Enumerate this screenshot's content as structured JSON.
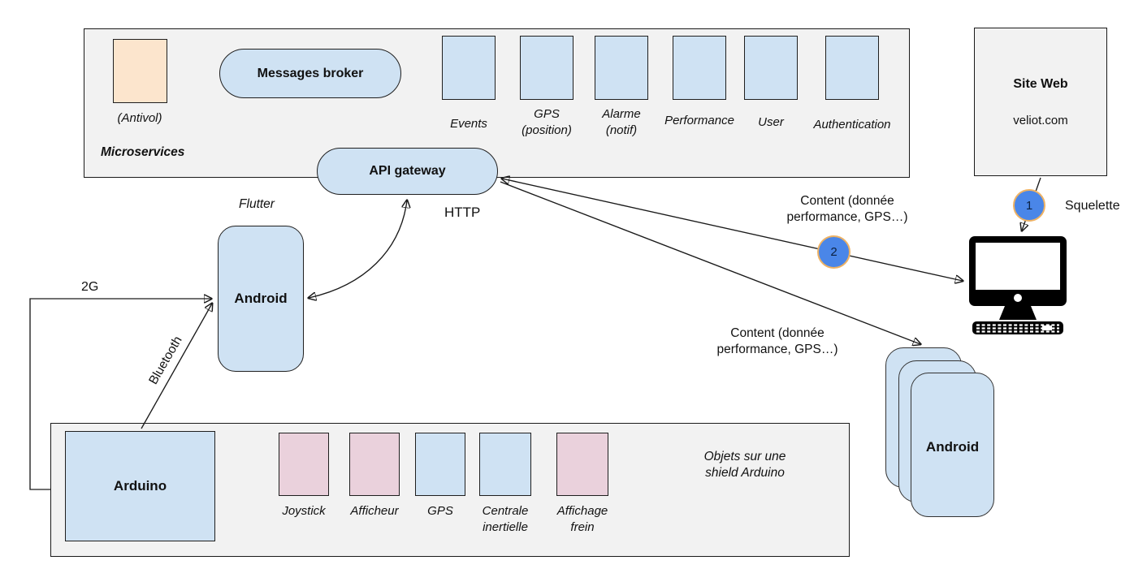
{
  "colors": {
    "panel-gray": "#f2f2f2",
    "box-blue": "#cfe2f3",
    "box-peach": "#fce5cd",
    "box-pink": "#ead1dc",
    "badge-blue": "#4a86e8",
    "badge-border": "#eeb264",
    "line": "#1a1a1a"
  },
  "microservices": {
    "label": "Microservices",
    "antivol_label": "(Antivol)",
    "broker_label": "Messages broker",
    "services": [
      {
        "label": "Events",
        "color": "#cfe2f3"
      },
      {
        "label": "GPS\n(position)",
        "color": "#cfe2f3"
      },
      {
        "label": "Alarme\n(notif)",
        "color": "#cfe2f3"
      },
      {
        "label": "Performance",
        "color": "#cfe2f3"
      },
      {
        "label": "User",
        "color": "#cfe2f3"
      },
      {
        "label": "Authentication",
        "color": "#cfe2f3"
      }
    ]
  },
  "gateway": {
    "label": "API gateway",
    "protocol_label": "HTTP"
  },
  "siteweb": {
    "title": "Site Web",
    "url": "veliot.com"
  },
  "mobile_app": {
    "framework_label": "Flutter",
    "label": "Android"
  },
  "phones": {
    "label": "Android"
  },
  "links": {
    "g2_label": "2G",
    "bluetooth_label": "Bluetooth",
    "squelette_label": "Squelette",
    "step1": "1",
    "step2": "2",
    "content_web": "Content (donnée\nperformance, GPS…)",
    "content_mobile": "Content (donnée\nperformance, GPS…)"
  },
  "arduino": {
    "label": "Arduino",
    "note": "Objets sur une\nshield Arduino",
    "devices": [
      {
        "label": "Joystick",
        "color": "#ead1dc"
      },
      {
        "label": "Afficheur",
        "color": "#ead1dc"
      },
      {
        "label": "GPS",
        "color": "#cfe2f3"
      },
      {
        "label": "Centrale\ninertielle",
        "color": "#cfe2f3"
      },
      {
        "label": "Affichage\nfrein",
        "color": "#ead1dc"
      }
    ]
  }
}
